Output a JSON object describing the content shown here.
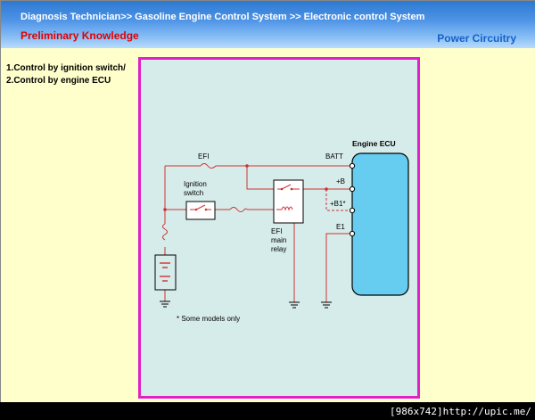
{
  "header": {
    "breadcrumb": "Diagnosis Technician>> Gasoline Engine Control System >> Electronic control System",
    "section_title": "Preliminary Knowledge",
    "topic_title": "Power Circuitry"
  },
  "content": {
    "items": [
      "1.Control by ignition switch/",
      "2.Control by engine ECU"
    ]
  },
  "diagram": {
    "ecu_label": "Engine ECU",
    "efi_fuse_label": "EFI",
    "ignition_label_line1": "Ignition",
    "ignition_label_line2": "switch",
    "relay_label_line1": "EFI",
    "relay_label_line2": "main",
    "relay_label_line3": "relay",
    "batt_label": "BATT",
    "plus_b_label": "+B",
    "plus_b1_label": "+B1*",
    "e1_label": "E1",
    "footnote": "* Some models only",
    "wire_color": "#cc3333",
    "ecu_fill": "#66ccf0"
  },
  "statusbar": {
    "size": "[986x742]",
    "url": "http://upic.me/"
  },
  "colors": {
    "header_gradient_top": "#2d79d0",
    "background": "#ffffcc",
    "panel_border": "#e020c8",
    "panel_fill": "#d6ecea",
    "section_title": "#e10000",
    "topic_title": "#1560c8"
  }
}
